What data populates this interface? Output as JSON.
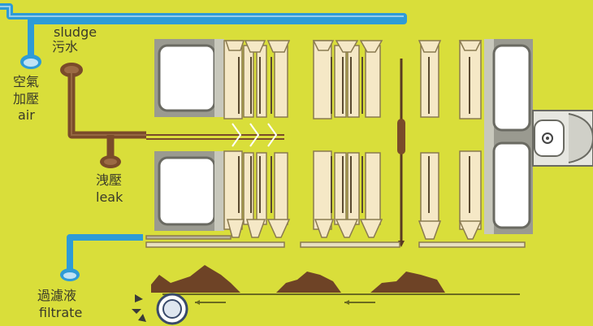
{
  "labels": {
    "sludge_en": "sludge",
    "sludge_zh": "污水",
    "air_zh_1": "空氣",
    "air_zh_2": "加壓",
    "air_en": "air",
    "leak_zh": "洩壓",
    "leak_en": "leak",
    "filtrate_zh": "過濾液",
    "filtrate_en": "filtrate"
  },
  "colors": {
    "background": "#d9de3a",
    "air_pipe": "#2e9bd6",
    "sludge_pipe": "#7a4b2a",
    "plate": "#f5e8c6",
    "frame": "#8e8e84",
    "cake": "#6e4326"
  },
  "icons": {
    "roller": "roller-icon",
    "cylinder": "hydraulic-cylinder-icon"
  }
}
